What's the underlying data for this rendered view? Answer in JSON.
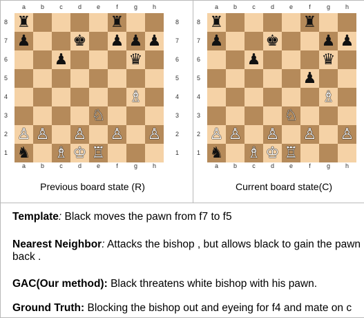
{
  "boards": [
    {
      "caption": "Previous board state (R)",
      "files": [
        "a",
        "b",
        "c",
        "d",
        "e",
        "f",
        "g",
        "h"
      ],
      "ranks": [
        "8",
        "7",
        "6",
        "5",
        "4",
        "3",
        "2",
        "1"
      ],
      "pieces": [
        {
          "sq": "a8",
          "p": "♜",
          "c": "b"
        },
        {
          "sq": "f8",
          "p": "♜",
          "c": "b"
        },
        {
          "sq": "a7",
          "p": "♟",
          "c": "b"
        },
        {
          "sq": "d7",
          "p": "♚",
          "c": "b"
        },
        {
          "sq": "f7",
          "p": "♟",
          "c": "b"
        },
        {
          "sq": "g7",
          "p": "♟",
          "c": "b"
        },
        {
          "sq": "h7",
          "p": "♟",
          "c": "b"
        },
        {
          "sq": "c6",
          "p": "♟",
          "c": "b"
        },
        {
          "sq": "g6",
          "p": "♛",
          "c": "b"
        },
        {
          "sq": "g4",
          "p": "♗",
          "c": "w"
        },
        {
          "sq": "e3",
          "p": "♘",
          "c": "w"
        },
        {
          "sq": "a2",
          "p": "♙",
          "c": "w"
        },
        {
          "sq": "b2",
          "p": "♙",
          "c": "w"
        },
        {
          "sq": "d2",
          "p": "♙",
          "c": "w"
        },
        {
          "sq": "f2",
          "p": "♙",
          "c": "w"
        },
        {
          "sq": "h2",
          "p": "♙",
          "c": "w"
        },
        {
          "sq": "a1",
          "p": "♞",
          "c": "b"
        },
        {
          "sq": "c1",
          "p": "♗",
          "c": "w"
        },
        {
          "sq": "d1",
          "p": "♔",
          "c": "w"
        },
        {
          "sq": "e1",
          "p": "♖",
          "c": "w"
        }
      ]
    },
    {
      "caption": "Current board state(C)",
      "files": [
        "a",
        "b",
        "c",
        "d",
        "e",
        "f",
        "g",
        "h"
      ],
      "ranks": [
        "8",
        "7",
        "6",
        "5",
        "4",
        "3",
        "2",
        "1"
      ],
      "pieces": [
        {
          "sq": "a8",
          "p": "♜",
          "c": "b"
        },
        {
          "sq": "f8",
          "p": "♜",
          "c": "b"
        },
        {
          "sq": "a7",
          "p": "♟",
          "c": "b"
        },
        {
          "sq": "d7",
          "p": "♚",
          "c": "b"
        },
        {
          "sq": "g7",
          "p": "♟",
          "c": "b"
        },
        {
          "sq": "h7",
          "p": "♟",
          "c": "b"
        },
        {
          "sq": "c6",
          "p": "♟",
          "c": "b"
        },
        {
          "sq": "g6",
          "p": "♛",
          "c": "b"
        },
        {
          "sq": "f5",
          "p": "♟",
          "c": "b"
        },
        {
          "sq": "g4",
          "p": "♗",
          "c": "w"
        },
        {
          "sq": "e3",
          "p": "♘",
          "c": "w"
        },
        {
          "sq": "a2",
          "p": "♙",
          "c": "w"
        },
        {
          "sq": "b2",
          "p": "♙",
          "c": "w"
        },
        {
          "sq": "d2",
          "p": "♙",
          "c": "w"
        },
        {
          "sq": "f2",
          "p": "♙",
          "c": "w"
        },
        {
          "sq": "h2",
          "p": "♙",
          "c": "w"
        },
        {
          "sq": "a1",
          "p": "♞",
          "c": "b"
        },
        {
          "sq": "c1",
          "p": "♗",
          "c": "w"
        },
        {
          "sq": "d1",
          "p": "♔",
          "c": "w"
        },
        {
          "sq": "e1",
          "p": "♖",
          "c": "w"
        }
      ]
    }
  ],
  "colors": {
    "light_square": "#f5d2a6",
    "dark_square": "#b58a5a"
  },
  "descriptions": [
    {
      "label": "Template",
      "sep": ":",
      "label_italic_sep": true,
      "text": " Black moves the pawn from f7 to f5"
    },
    {
      "label": "Nearest Neighbor",
      "sep": ":",
      "label_italic_sep": true,
      "text": " Attacks the bishop , but allows black to gain the pawn back ."
    },
    {
      "label": "GAC(Our method)",
      "sep": ":",
      "label_italic_sep": false,
      "text": " Black threatens white bishop with his pawn."
    },
    {
      "label": "Ground Truth",
      "sep": ":",
      "label_italic_sep": false,
      "text": " Blocking the bishop out and eyeing for f4 and mate on c"
    }
  ]
}
